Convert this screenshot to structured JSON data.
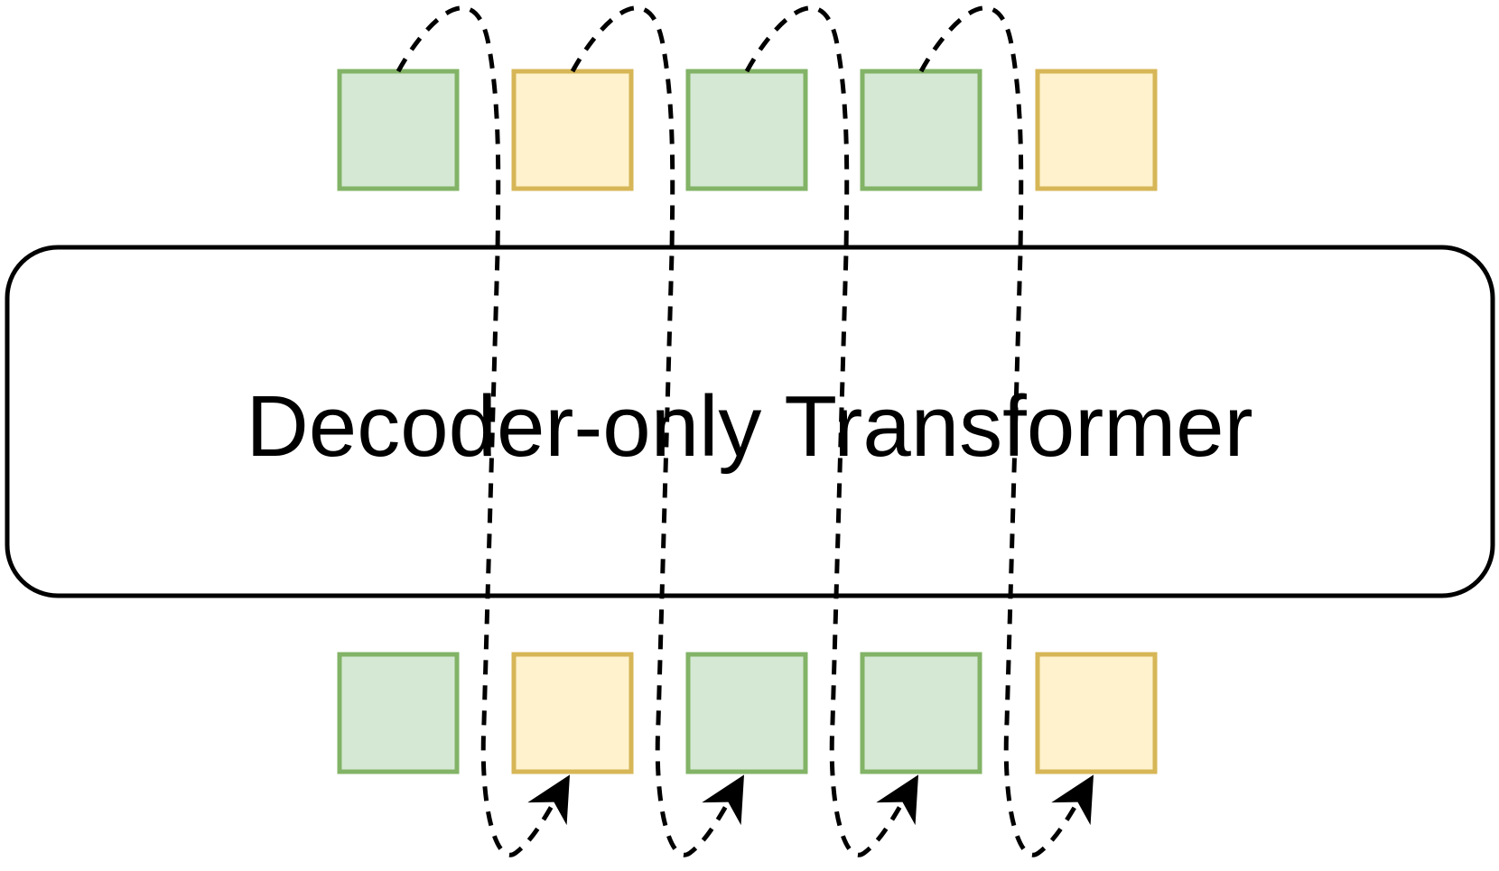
{
  "diagram": {
    "transformer_label": "Decoder-only Transformer",
    "output_tokens": [
      {
        "kind": "green",
        "fill": "#d5e8d4",
        "stroke": "#82b366"
      },
      {
        "kind": "yellow",
        "fill": "#fff2cc",
        "stroke": "#d6b656"
      },
      {
        "kind": "green",
        "fill": "#d5e8d4",
        "stroke": "#82b366"
      },
      {
        "kind": "green",
        "fill": "#d5e8d4",
        "stroke": "#82b366"
      },
      {
        "kind": "yellow",
        "fill": "#fff2cc",
        "stroke": "#d6b656"
      }
    ],
    "input_tokens": [
      {
        "kind": "green",
        "fill": "#d5e8d4",
        "stroke": "#82b366"
      },
      {
        "kind": "yellow",
        "fill": "#fff2cc",
        "stroke": "#d6b656"
      },
      {
        "kind": "green",
        "fill": "#d5e8d4",
        "stroke": "#82b366"
      },
      {
        "kind": "green",
        "fill": "#d5e8d4",
        "stroke": "#82b366"
      },
      {
        "kind": "yellow",
        "fill": "#fff2cc",
        "stroke": "#d6b656"
      }
    ],
    "feedback_loops": 4,
    "colors": {
      "outline": "#000000",
      "background": "#ffffff"
    }
  }
}
